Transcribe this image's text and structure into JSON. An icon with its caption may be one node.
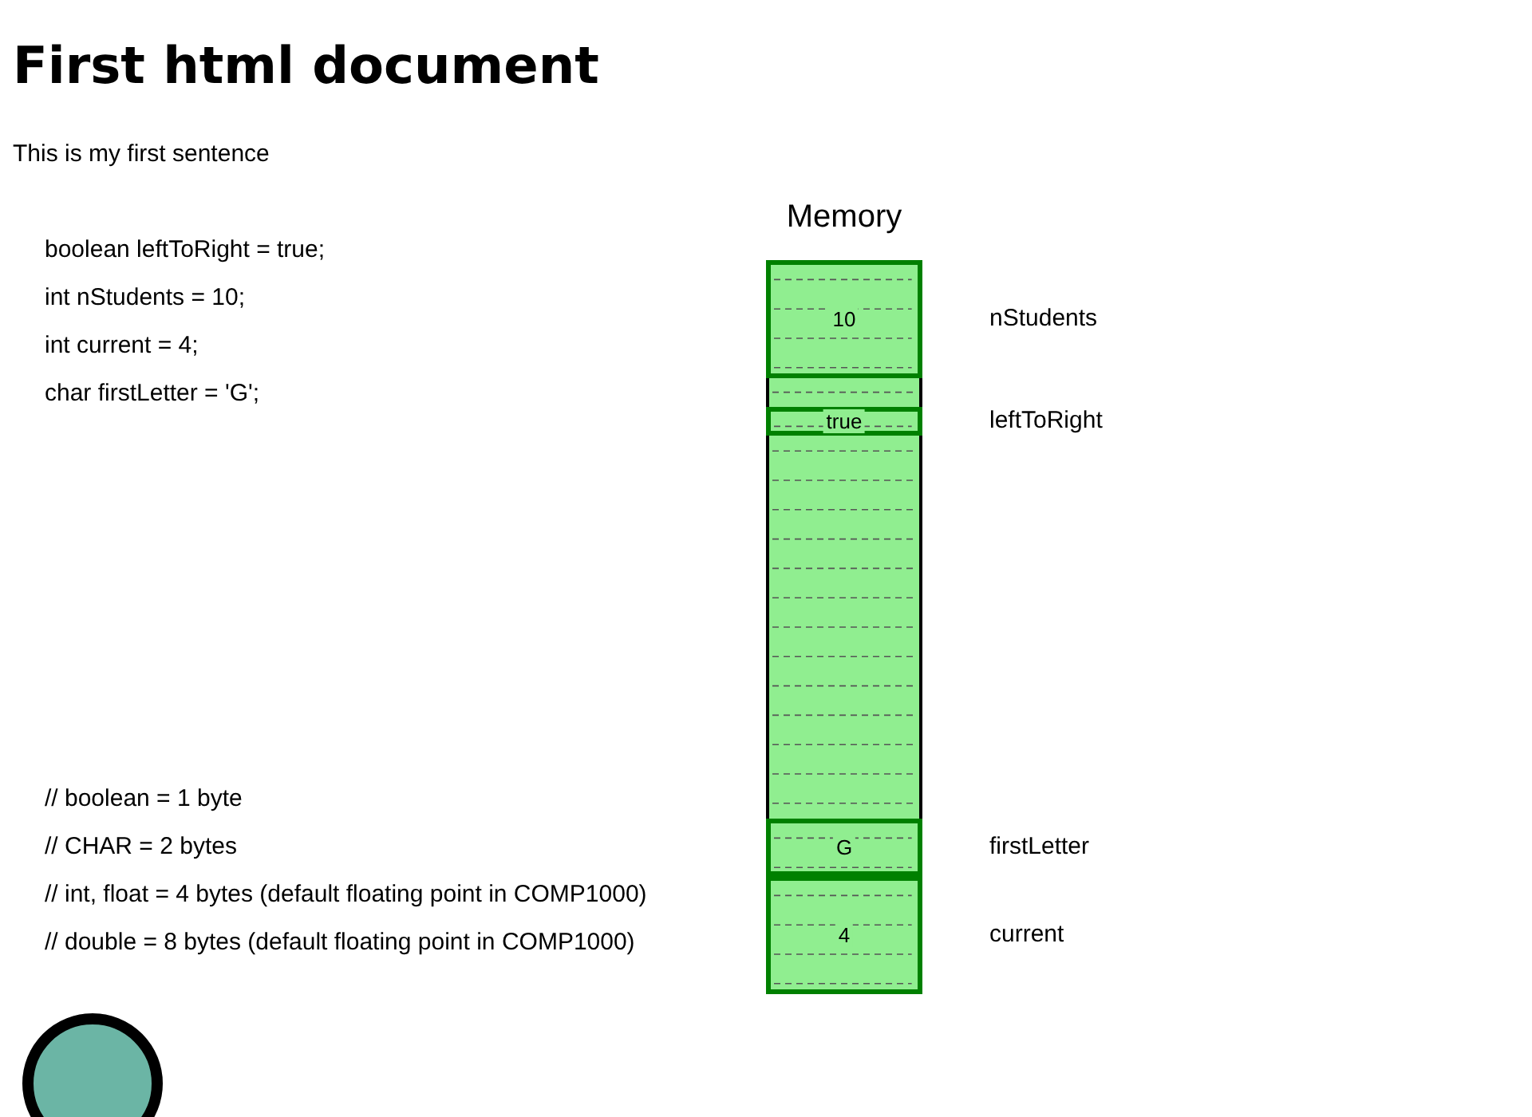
{
  "diagram": {
    "title": "First html document",
    "nodes": [
      {
        "text": [
          "Memory"
        ]
      },
      {
        "text": [
          "10"
        ],
        "in": 0,
        "beside": [
          "nStudents"
        ]
      },
      {
        "text": [
          "true"
        ],
        "in": 0,
        "beside": [
          "leftToRight"
        ]
      },
      {
        "text": [
          "G"
        ],
        "in": 0,
        "beside": [
          "firstLetter"
        ]
      },
      {
        "text": [
          "4"
        ],
        "in": 0,
        "beside": [
          "current"
        ]
      },
      {
        "text": [],
        "shape": "circle"
      }
    ],
    "labels": [
      "This is my first sentence",
      "boolean leftToRight = true;",
      "int nStudents = 10;",
      "int current = 4;",
      "char firstLetter = 'G';",
      "// boolean = 1 byte",
      "// CHAR = 2 bytes",
      "// int, float = 4 bytes (default floating point in COMP1000)",
      "// double = 8 bytes (default floating point in COMP1000)"
    ]
  }
}
